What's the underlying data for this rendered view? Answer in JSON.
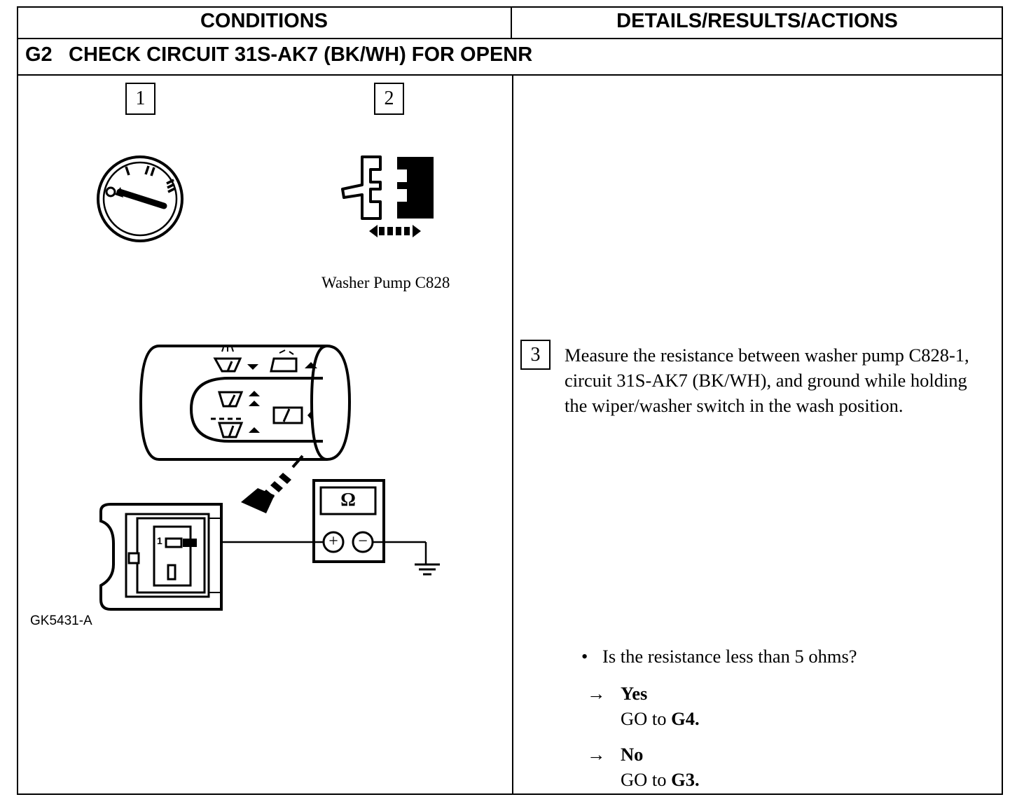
{
  "header": {
    "conditions": "CONDITIONS",
    "details": "DETAILS/RESULTS/ACTIONS"
  },
  "step": {
    "code": "G2",
    "title": "CHECK CIRCUIT 31S-AK7 (BK/WH) FOR OPENR"
  },
  "conditions": {
    "step1": "1",
    "step2": "2",
    "ignition_positions": [
      "O",
      "I",
      "II",
      "III"
    ],
    "connector_caption": "Washer Pump C828",
    "meter_symbol": "Ω",
    "meter_plus": "+",
    "meter_minus": "−",
    "pin_label": "1",
    "figure_id": "GK5431-A"
  },
  "details": {
    "step3": "3",
    "instruction": "Measure the resistance between washer pump C828-1, circuit 31S-AK7 (BK/WH), and ground while holding the wiper/washer switch in the wash position.",
    "question": "Is the resistance less than 5 ohms?",
    "bullet": "•",
    "arrow": "→",
    "yes_label": "Yes",
    "yes_action_prefix": "GO to ",
    "yes_action_target": "G4.",
    "no_label": "No",
    "no_action_prefix": "GO to ",
    "no_action_target": "G3."
  }
}
